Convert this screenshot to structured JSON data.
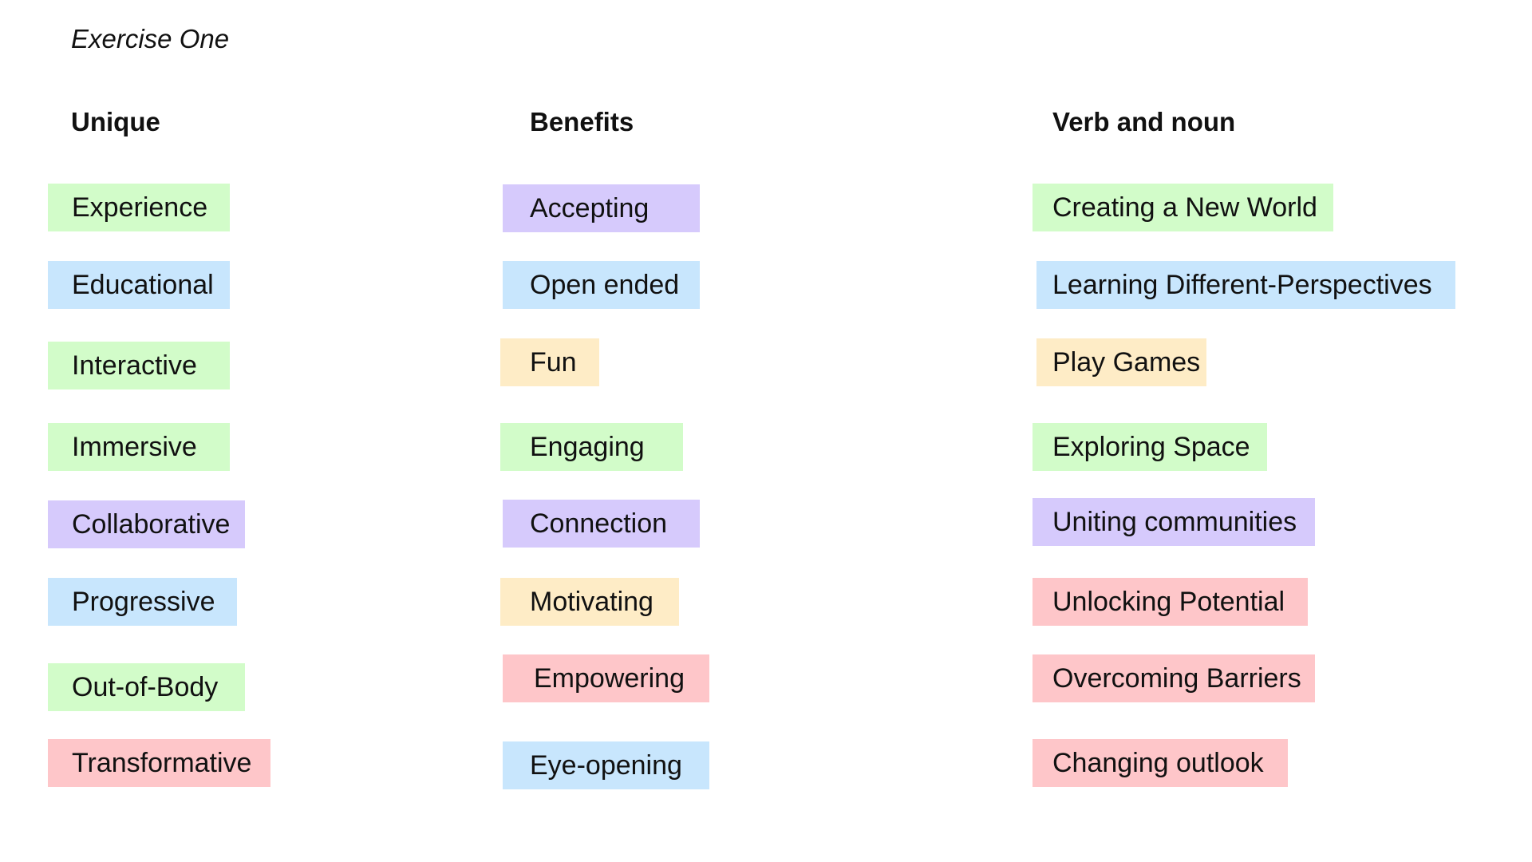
{
  "title": "Exercise One",
  "columns": [
    {
      "heading": "Unique",
      "items": [
        {
          "label": "Experience",
          "color": "green"
        },
        {
          "label": "Educational",
          "color": "blue"
        },
        {
          "label": "Interactive",
          "color": "green"
        },
        {
          "label": "Immersive",
          "color": "green"
        },
        {
          "label": "Collaborative",
          "color": "purple"
        },
        {
          "label": "Progressive",
          "color": "blue"
        },
        {
          "label": "Out-of-Body",
          "color": "green"
        },
        {
          "label": "Transformative",
          "color": "red"
        }
      ]
    },
    {
      "heading": "Benefits",
      "items": [
        {
          "label": "Accepting",
          "color": "purple"
        },
        {
          "label": "Open ended",
          "color": "blue"
        },
        {
          "label": "Fun",
          "color": "yellow"
        },
        {
          "label": "Engaging",
          "color": "green"
        },
        {
          "label": "Connection",
          "color": "purple"
        },
        {
          "label": "Motivating",
          "color": "yellow"
        },
        {
          "label": "Empowering",
          "color": "red"
        },
        {
          "label": "Eye-opening",
          "color": "blue"
        }
      ]
    },
    {
      "heading": "Verb and noun",
      "items": [
        {
          "label": "Creating a New World",
          "color": "green"
        },
        {
          "label": "Learning Different-Perspectives",
          "color": "blue"
        },
        {
          "label": "Play Games",
          "color": "yellow"
        },
        {
          "label": "Exploring Space",
          "color": "green"
        },
        {
          "label": "Uniting communities",
          "color": "purple"
        },
        {
          "label": "Unlocking Potential",
          "color": "red"
        },
        {
          "label": "Overcoming Barriers",
          "color": "red"
        },
        {
          "label": "Changing outlook",
          "color": "red"
        }
      ]
    }
  ],
  "palette": {
    "green": "#d2fcc9",
    "blue": "#c8e6fd",
    "purple": "#d6cafc",
    "yellow": "#feecc6",
    "red": "#fec6c9"
  }
}
